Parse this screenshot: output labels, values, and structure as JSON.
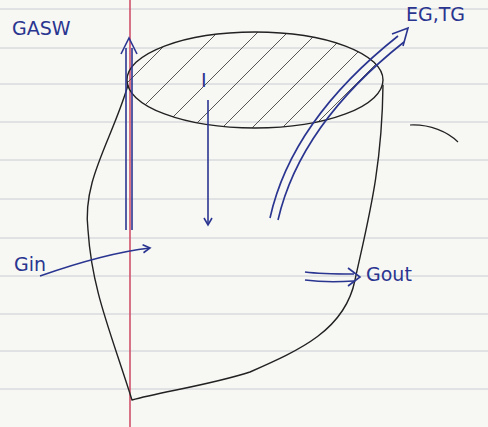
{
  "diagram": {
    "labels": [
      "GASW",
      "I",
      "EG,TG",
      "Gin",
      "Gout"
    ]
  }
}
